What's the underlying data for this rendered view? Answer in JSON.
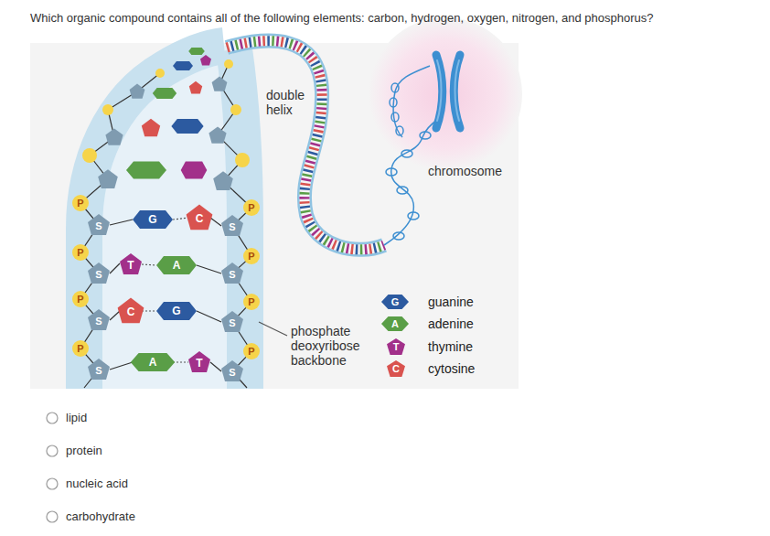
{
  "diagram": {
    "title": "Which organic compound contains all of the following elements: carbon, hydrogen, oxygen, nitrogen, and phosphorus?",
    "labels": [
      "double helix",
      "chromosome",
      "P",
      "S",
      "G",
      "C",
      "S",
      "P",
      "P",
      "S",
      "T",
      "A",
      "S",
      "P",
      "P",
      "S",
      "C",
      "G",
      "S",
      "P",
      "P",
      "S",
      "A",
      "T",
      "S",
      "P",
      "phosphate deoxyribose backbone",
      "G",
      "A",
      "T",
      "C",
      "lipid",
      "protein",
      "nucleic acid",
      "carbohydrate"
    ],
    "legend": [
      {
        "text": "guanine",
        "color": "#2c5aa0"
      },
      {
        "text": "adenine",
        "color": "#5a9e47"
      },
      {
        "text": "thymine",
        "color": "#a2308a"
      },
      {
        "text": "cytosine",
        "color": "#d9534f"
      }
    ]
  }
}
